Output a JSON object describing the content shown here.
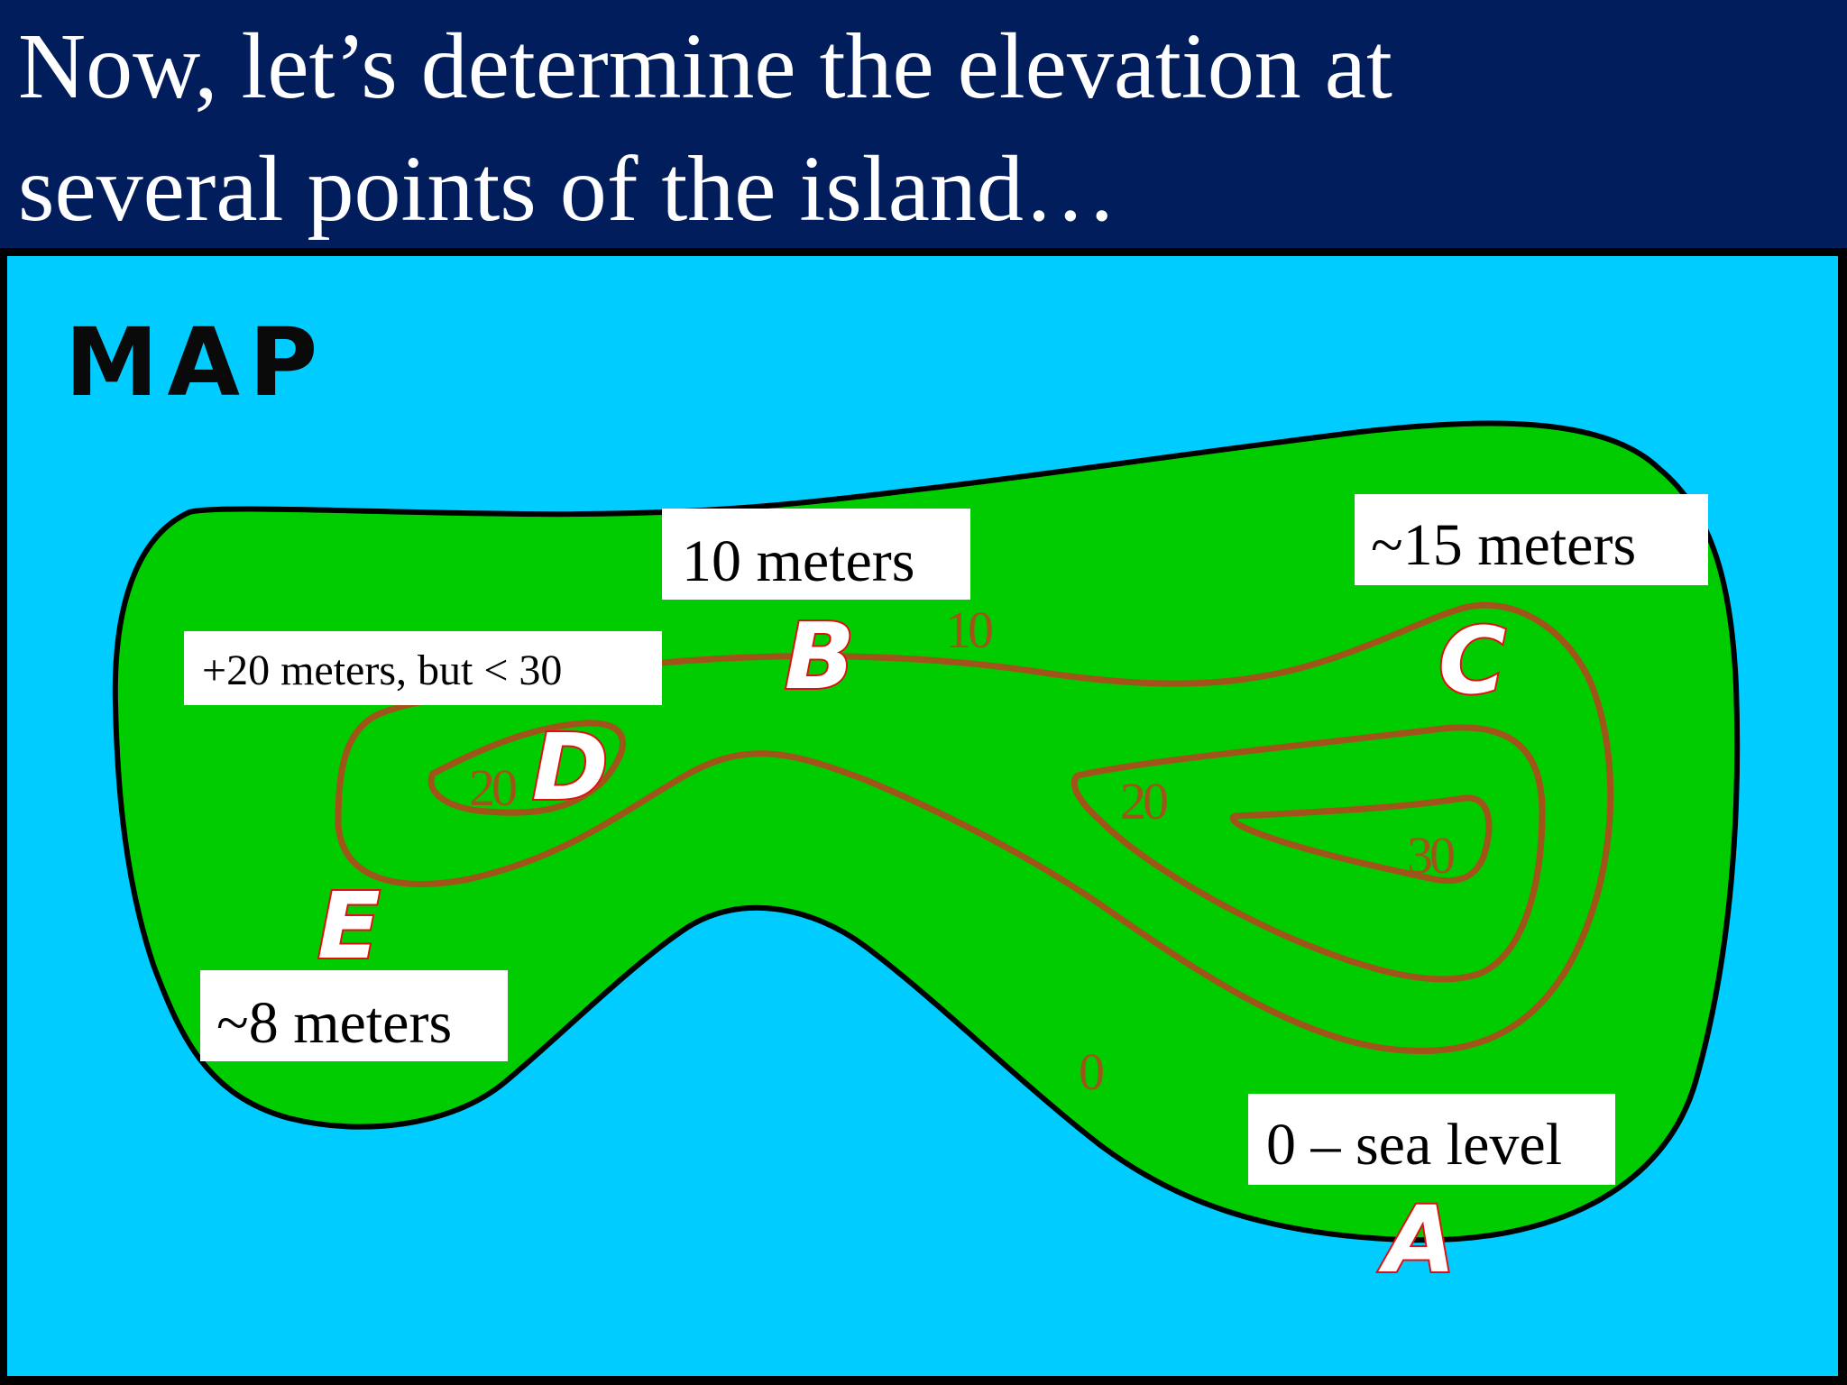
{
  "slide": {
    "title_line_1": "Now, let’s determine the elevation at",
    "title_line_2": "several points of the island…"
  },
  "map": {
    "title": "MAP",
    "colors": {
      "water": "#00ccff",
      "land": "#00cc00",
      "contour": "#a0541a",
      "title_bar": "#021d5c",
      "point_outline": "#e01010"
    },
    "contour_labels": [
      {
        "id": "c10",
        "text": "10"
      },
      {
        "id": "c20-west",
        "text": "20"
      },
      {
        "id": "c20-east",
        "text": "20"
      },
      {
        "id": "c30",
        "text": "30"
      },
      {
        "id": "c0",
        "text": "0"
      }
    ],
    "points": [
      {
        "id": "A",
        "label": "A",
        "callout": "0 – sea level"
      },
      {
        "id": "B",
        "label": "B",
        "callout": "10 meters"
      },
      {
        "id": "C",
        "label": "C",
        "callout": "~15 meters"
      },
      {
        "id": "D",
        "label": "D",
        "callout": "+20 meters, but < 30"
      },
      {
        "id": "E",
        "label": "E",
        "callout": "~8 meters"
      }
    ]
  }
}
